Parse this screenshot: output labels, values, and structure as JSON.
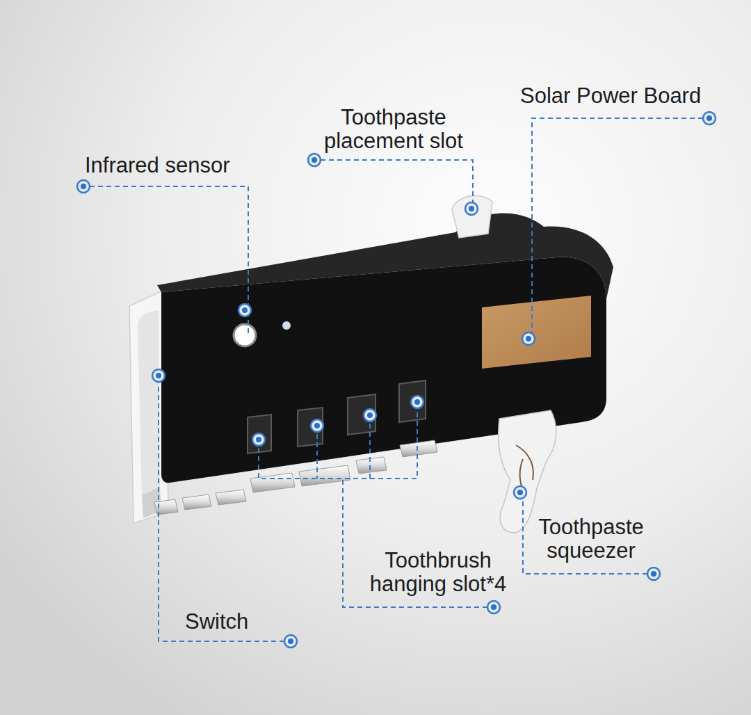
{
  "diagram": {
    "labels": [
      "Solar Power Board",
      "Toothpaste placement slot",
      "Infrared sensor",
      "Toothpaste squeezer",
      "Toothbrush hanging slot*4",
      "Switch"
    ]
  }
}
